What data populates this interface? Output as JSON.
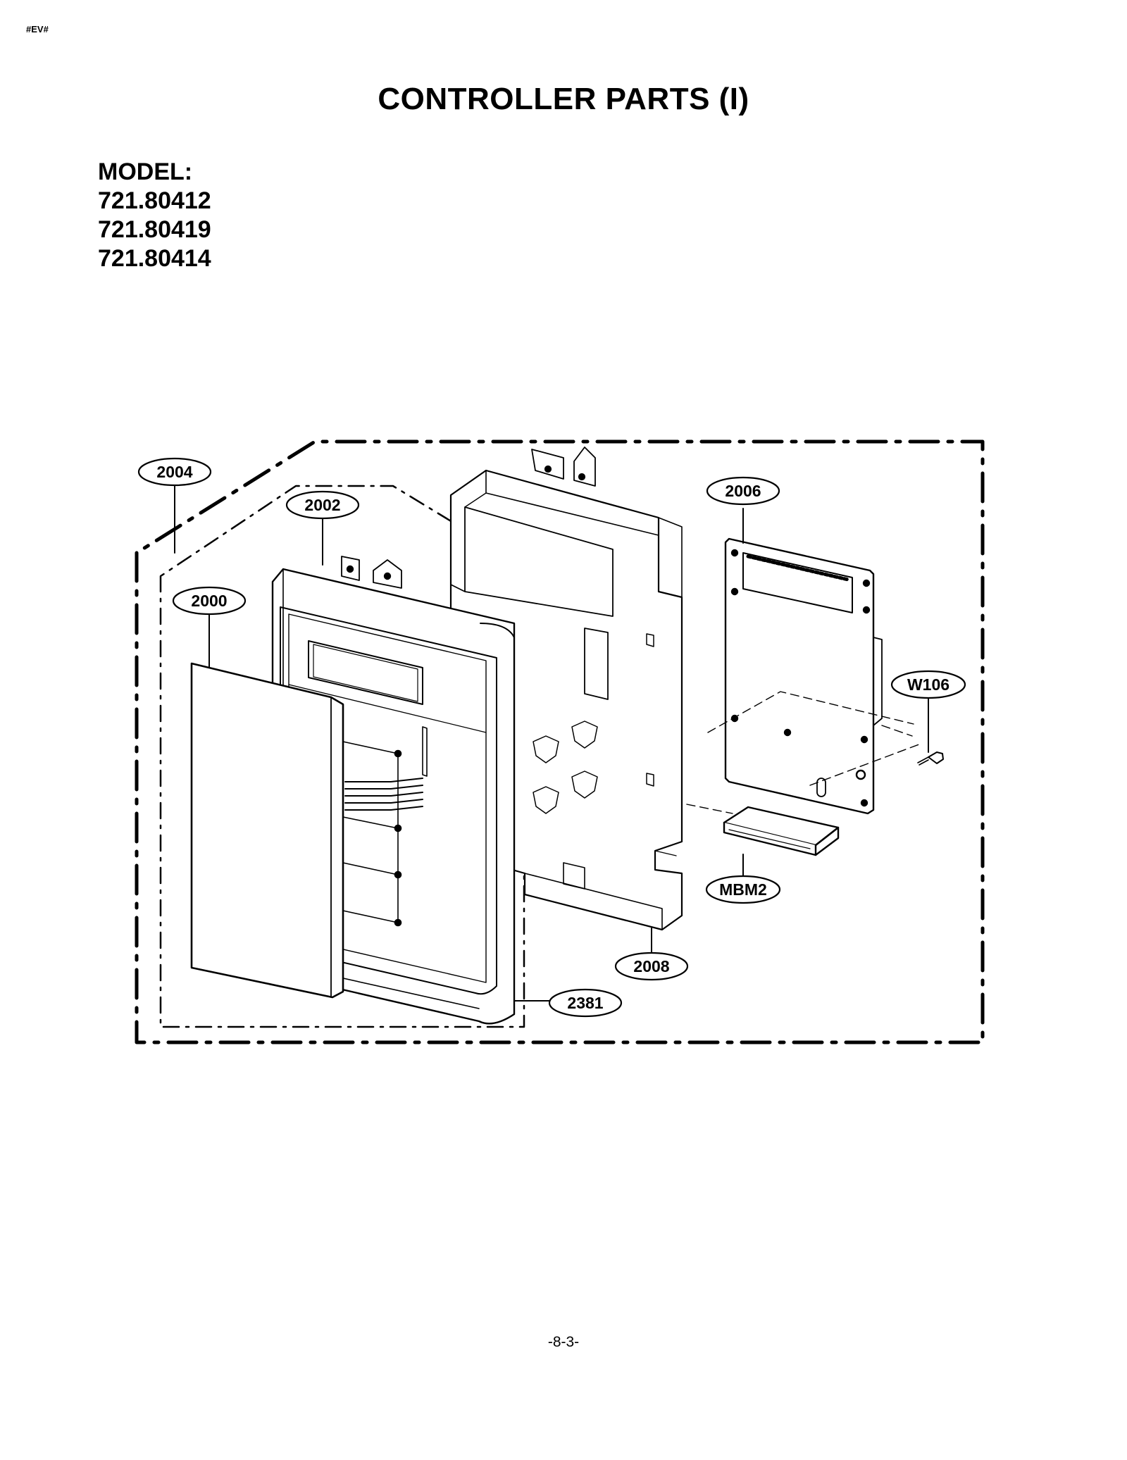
{
  "header": {
    "doc_code": "#EV#"
  },
  "title": "CONTROLLER PARTS (I)",
  "model": {
    "label": "MODEL:",
    "numbers": [
      "721.80412",
      "721.80419",
      "721.80414"
    ]
  },
  "callouts": {
    "c2004": "2004",
    "c2002": "2002",
    "c2000": "2000",
    "c2006": "2006",
    "cW106": "W106",
    "cMBM2": "MBM2",
    "c2008": "2008",
    "c2381": "2381"
  },
  "footer": {
    "page_number": "-8-3-"
  }
}
